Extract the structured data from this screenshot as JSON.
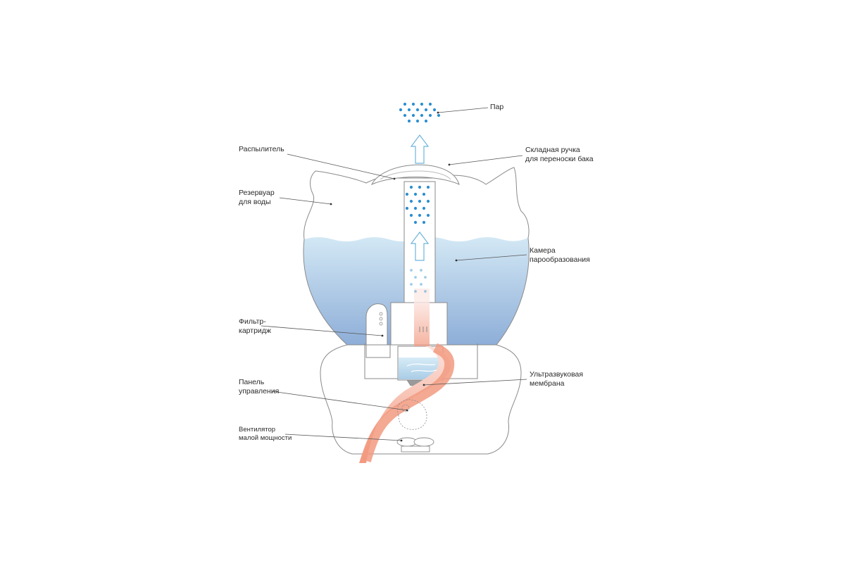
{
  "labels": {
    "steam": "Пар",
    "sprayer": "Распылитель",
    "handle": [
      "Складная ручка",
      "для переноски бака"
    ],
    "reservoir": [
      "Резервуар",
      "для воды"
    ],
    "chamber": [
      "Камера",
      "парообразования"
    ],
    "filter": [
      "Фильтр-",
      "картридж"
    ],
    "membrane": [
      "Ультразвуковая",
      "мембрана"
    ],
    "panel": [
      "Панель",
      "управления"
    ],
    "fan": [
      "Вентилятор",
      "малой мощности"
    ]
  },
  "colors": {
    "outline": "#8a8a8a",
    "water_top": "#cfe5f3",
    "water_bottom": "#8fb0d8",
    "steam_dots": "#2d8fd0",
    "airflow": "#f0967a",
    "membrane": "#9a9a9a"
  }
}
